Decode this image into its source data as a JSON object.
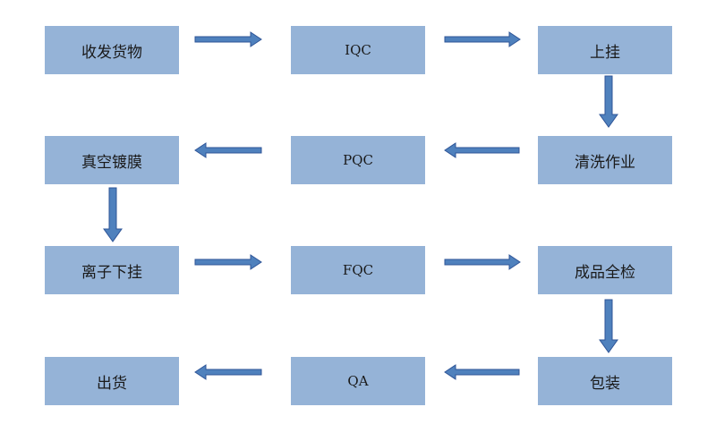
{
  "colors": {
    "box_fill": "#95b3d7",
    "arrow_fill": "#4f81bd",
    "arrow_outline": "#2f5597"
  },
  "nodes": [
    {
      "label": "收发货物"
    },
    {
      "label": "IQC"
    },
    {
      "label": "上挂"
    },
    {
      "label": "清洗作业"
    },
    {
      "label": "PQC"
    },
    {
      "label": "真空镀膜"
    },
    {
      "label": "离子下挂"
    },
    {
      "label": "FQC"
    },
    {
      "label": "成品全检"
    },
    {
      "label": "包装"
    },
    {
      "label": "QA"
    },
    {
      "label": "出货"
    }
  ]
}
